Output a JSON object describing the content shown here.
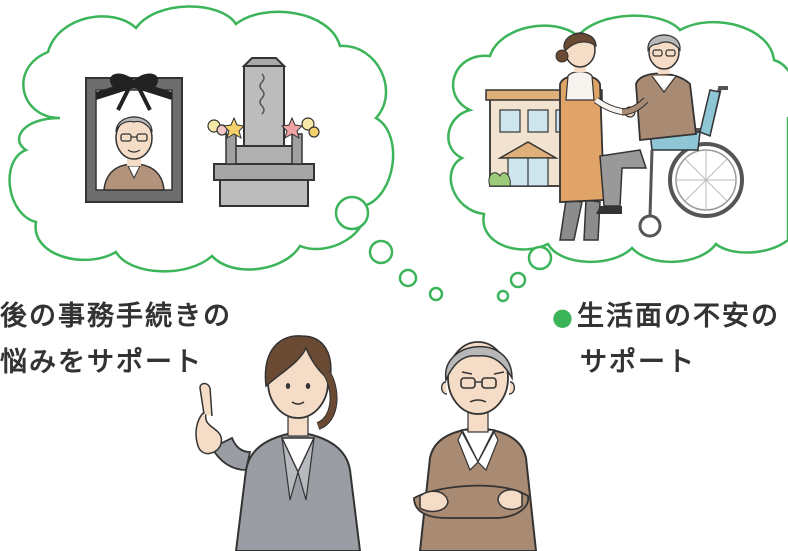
{
  "captions": {
    "left_line1": "後の事務手続きの",
    "left_line2": "悩みをサポート",
    "right_bullet": "●",
    "right_line1": "生活面の不安の",
    "right_line2": "サポート"
  },
  "colors": {
    "bubble_outline": "#3cb45a",
    "text": "#333333",
    "suit_gray": "#9a9da3",
    "cardigan_brown": "#a98a72",
    "apron_orange": "#e0a468",
    "wheelchair_blue": "#8ec6d6",
    "building_beige": "#f1e3cf"
  },
  "icons": {
    "memorial_portrait": "memorial-portrait-icon",
    "gravestone": "gravestone-icon",
    "care_facility": "care-facility-icon",
    "caregiver": "caregiver-icon",
    "wheelchair": "wheelchair-icon",
    "consultant": "consultant-woman-icon",
    "elderly_man": "elderly-man-icon"
  }
}
